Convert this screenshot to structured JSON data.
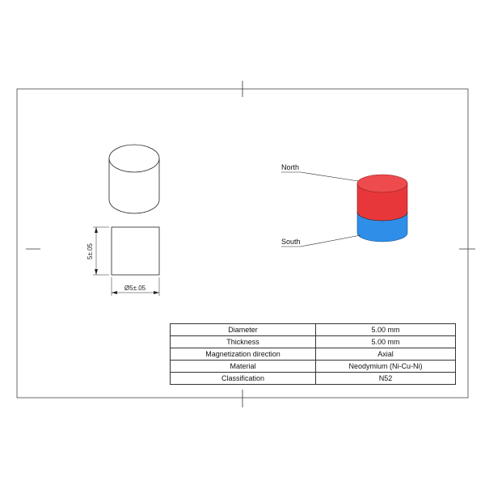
{
  "views": {
    "height_dimension": "5±.05",
    "diameter_dimension": "Ø5±.05"
  },
  "magnet": {
    "north_label": "North",
    "south_label": "South",
    "colors": {
      "north": "#e8373a",
      "south": "#2f8fe8"
    }
  },
  "specs": [
    {
      "param": "Diameter",
      "value": "5.00 mm"
    },
    {
      "param": "Thickness",
      "value": "5.00 mm"
    },
    {
      "param": "Magnetization direction",
      "value": "Axial"
    },
    {
      "param": "Material",
      "value": "Neodymium (Ni-Cu-Ni)"
    },
    {
      "param": "Classification",
      "value": "N52"
    }
  ]
}
